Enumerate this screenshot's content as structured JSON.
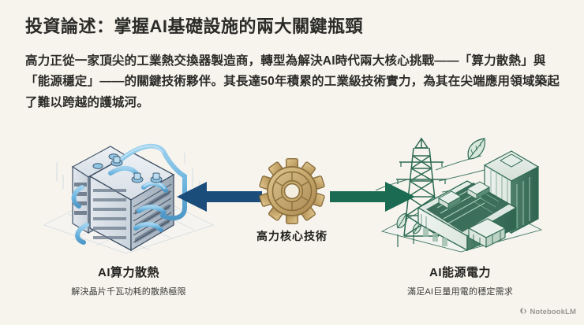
{
  "theme": {
    "background": "#F7F4EE",
    "text_dark": "#2B2B28",
    "accent_blue": "#1B4D7A",
    "accent_green": "#1A6B52",
    "gear_gold": "#C3A167"
  },
  "header": {
    "title": "投資論述：掌握AI基礎設施的兩大關鍵瓶頸",
    "body": "高力正從一家頂尖的工業熱交換器製造商，轉型為解決AI時代兩大核心挑戰——「算力散熱」與「能源穩定」——的關鍵技術夥伴。其長達50年積累的工業級技術實力，為其在尖端應用領域築起了難以跨越的護城河。"
  },
  "diagram": {
    "center": {
      "icon": "gear-icon",
      "caption": "高力核心技術"
    },
    "arrows": [
      {
        "name": "arrow-left",
        "direction": "left",
        "color": "#1B4D7A"
      },
      {
        "name": "arrow-right",
        "direction": "right",
        "color": "#1A6B52"
      }
    ],
    "nodes": [
      {
        "id": "cooling",
        "icon": "server-rack-cooling-icon",
        "title": "AI算力散熱",
        "subtitle": "解決晶片千瓦功耗的散熱極限",
        "color": "#1B4D7A"
      },
      {
        "id": "power",
        "icon": "power-grid-datacenter-icon",
        "title": "AI能源電力",
        "subtitle": "滿足AI巨量用電的穩定需求",
        "color": "#1A6B52"
      }
    ]
  },
  "watermark": {
    "icon": "notebooklm-icon",
    "label": "NotebookLM"
  }
}
